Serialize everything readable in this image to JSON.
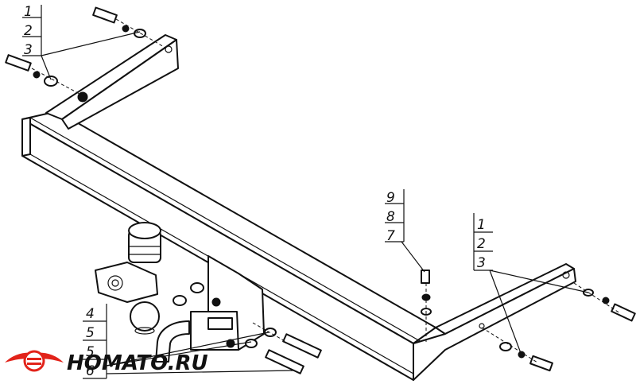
{
  "callouts": {
    "top_left": [
      "1",
      "2",
      "3"
    ],
    "center": [
      "9",
      "8",
      "7"
    ],
    "right": [
      "1",
      "2",
      "3"
    ],
    "bottom_left": [
      "4",
      "5",
      "5",
      "6"
    ]
  },
  "logo": {
    "text": "HOMATO.RU"
  },
  "colors": {
    "line": "#111111",
    "background": "#ffffff",
    "logo_accent": "#e2231a"
  }
}
